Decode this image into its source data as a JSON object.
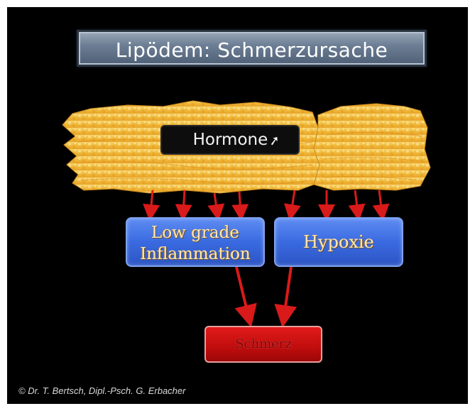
{
  "slide": {
    "title": "Lipödem: Schmerzursache",
    "hormone_label": "Hormone",
    "hormone_icon": "arrow-up-icon",
    "box_inflammation_line1": "Low grade",
    "box_inflammation_line2": "Inflammation",
    "box_hypoxie": "Hypoxie",
    "box_pain": "Schmerz",
    "copyright": "© Dr. T. Bertsch, Dipl.-Psch. G. Erbacher"
  },
  "colors": {
    "background": "#000000",
    "title_box": "#6d7f95",
    "fat_tissue": "#f2c24a",
    "blue_box": "#3a6ae0",
    "pain_box": "#c00d0d",
    "arrow": "#d91a1a"
  }
}
